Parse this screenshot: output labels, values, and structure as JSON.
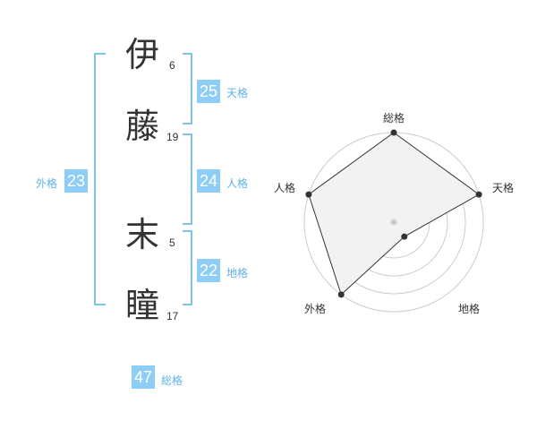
{
  "name": {
    "chars": [
      {
        "char": "伊",
        "strokes": "6"
      },
      {
        "char": "藤",
        "strokes": "19"
      },
      {
        "char": "末",
        "strokes": "5"
      },
      {
        "char": "瞳",
        "strokes": "17"
      }
    ]
  },
  "kaku": {
    "tenkaku": {
      "value": "25",
      "label": "天格"
    },
    "jinkaku": {
      "value": "24",
      "label": "人格"
    },
    "chikaku": {
      "value": "22",
      "label": "地格"
    },
    "gaikaku": {
      "value": "23",
      "label": "外格"
    },
    "soukaku": {
      "value": "47",
      "label": "総格"
    }
  },
  "colors": {
    "accent": "#8ecdf5",
    "accent_text": "#5fb2e6",
    "bracket": "#7ec3ef",
    "grid": "#cccccc",
    "polygon_fill": "#f2f2f2",
    "polygon_stroke": "#333333"
  },
  "chart_data": {
    "type": "radar",
    "axes": [
      "総格",
      "天格",
      "地格",
      "外格",
      "人格"
    ],
    "values": [
      5,
      5,
      1,
      5,
      5
    ],
    "rmax": 5,
    "rings": 5
  }
}
